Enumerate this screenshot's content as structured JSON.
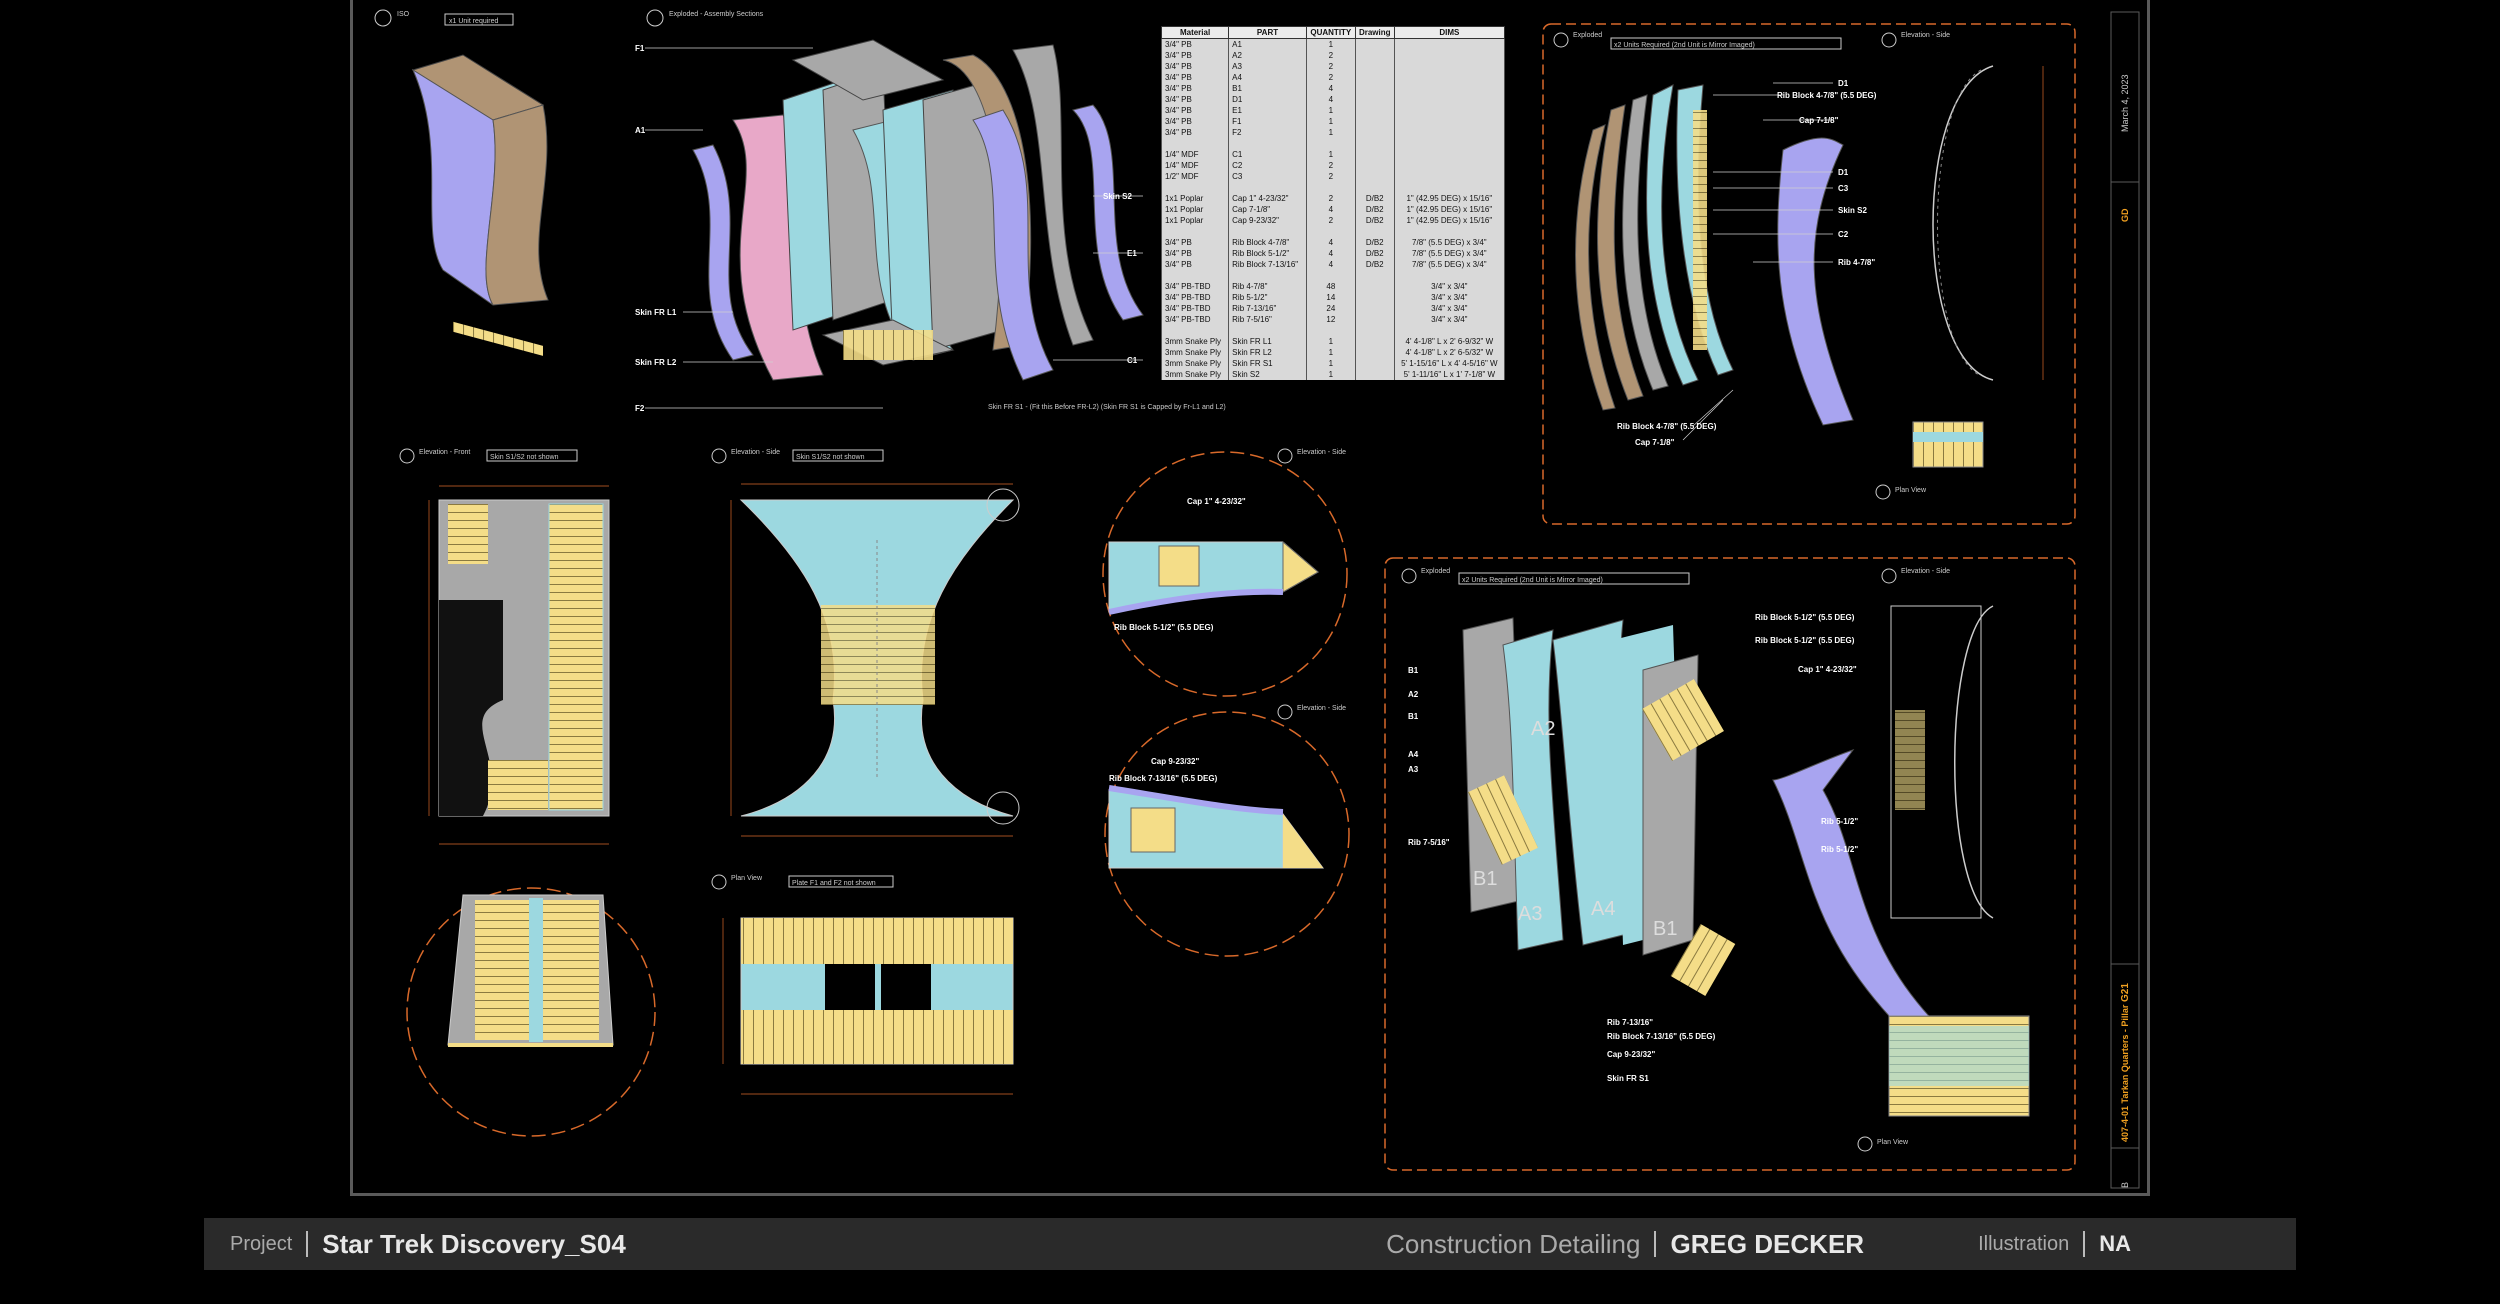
{
  "footer": {
    "project_label": "Project",
    "project_name": "Star Trek Discovery_S04",
    "category": "Construction Detailing",
    "author": "GREG DECKER",
    "type_label": "Illustration",
    "type_value": "NA"
  },
  "views": {
    "iso": {
      "title": "ISO",
      "note": "x1 Unit required"
    },
    "exploded_assembly": {
      "title": "Exploded - Assembly Sections"
    },
    "exploded_top": {
      "title": "Exploded",
      "note": "x2 Units Required (2nd Unit is Mirror Imaged)"
    },
    "elev_side_top": {
      "title": "Elevation - Side"
    },
    "elev_front": {
      "title": "Elevation - Front",
      "note": "Skin S1/S2 not shown"
    },
    "elev_side_mid": {
      "title": "Elevation - Side",
      "note": "Skin S1/S2 not shown"
    },
    "elev_side_det1": {
      "title": "Elevation - Side"
    },
    "elev_side_det2": {
      "title": "Elevation - Side"
    },
    "plan_view": {
      "title": "Plan View",
      "note": "Plate F1 and F2 not shown"
    },
    "plan_view_top": {
      "title": "Plan View"
    },
    "exploded_bottom": {
      "title": "Exploded",
      "note": "x2 Units Required (2nd Unit is Mirror Imaged)"
    },
    "elev_side_bottom": {
      "title": "Elevation - Side"
    },
    "plan_view_bottom": {
      "title": "Plan View"
    }
  },
  "callouts": {
    "assembly": [
      "F1",
      "A1",
      "Skin FR L1",
      "Skin FR L2",
      "F2",
      "Skin S2",
      "E1",
      "C1"
    ],
    "assembly_note": "Skin FR S1 - (Fit this Before FR-L2) (Skin FR S1 is Capped by Fr-L1 and L2)",
    "top_right": [
      "Rib Block 4-7/8\" (5.5 DEG)",
      "D1",
      "Cap 7-1/8\"",
      "D1",
      "C3",
      "Skin S2",
      "C2",
      "Rib 4-7/8\"",
      "Rib Block 4-7/8\" (5.5 DEG)",
      "Cap 7-1/8\""
    ],
    "bottom_right_left": [
      "B1",
      "A2",
      "B1",
      "A4",
      "A3",
      "Rib 7-5/16\""
    ],
    "bottom_right_right": [
      "Rib Block 5-1/2\" (5.5 DEG)",
      "Rib Block 5-1/2\" (5.5 DEG)",
      "Cap 1\" 4-23/32\"",
      "Rib 5-1/2\"",
      "Rib 5-1/2\""
    ],
    "bottom_right_lower": [
      "Rib 7-13/16\"",
      "Rib Block 7-13/16\" (5.5 DEG)",
      "Cap 9-23/32\"",
      "Skin FR S1"
    ],
    "detail1": [
      "Cap 1\" 4-23/32\"",
      "Rib Block 5-1/2\" (5.5 DEG)"
    ],
    "detail2": [
      "Cap 9-23/32\"",
      "Rib Block 7-13/16\" (5.5 DEG)"
    ],
    "panel_labels": [
      "A2",
      "A4",
      "A3",
      "B1",
      "B1"
    ]
  },
  "table": {
    "headers": [
      "Material",
      "PART",
      "QUANTITY",
      "Drawing",
      "DIMS"
    ],
    "rows": [
      [
        "3/4\" PB",
        "A1",
        "1",
        "",
        ""
      ],
      [
        "3/4\" PB",
        "A2",
        "2",
        "",
        ""
      ],
      [
        "3/4\" PB",
        "A3",
        "2",
        "",
        ""
      ],
      [
        "3/4\" PB",
        "A4",
        "2",
        "",
        ""
      ],
      [
        "3/4\" PB",
        "B1",
        "4",
        "",
        ""
      ],
      [
        "3/4\" PB",
        "D1",
        "4",
        "",
        ""
      ],
      [
        "3/4\" PB",
        "E1",
        "1",
        "",
        ""
      ],
      [
        "3/4\" PB",
        "F1",
        "1",
        "",
        ""
      ],
      [
        "3/4\" PB",
        "F2",
        "1",
        "",
        ""
      ],
      [
        "",
        "",
        "",
        "",
        ""
      ],
      [
        "1/4\" MDF",
        "C1",
        "1",
        "",
        ""
      ],
      [
        "1/4\" MDF",
        "C2",
        "2",
        "",
        ""
      ],
      [
        "1/2\" MDF",
        "C3",
        "2",
        "",
        ""
      ],
      [
        "",
        "",
        "",
        "",
        ""
      ],
      [
        "1x1 Poplar",
        "Cap 1\" 4-23/32\"",
        "2",
        "D/B2",
        "1\" (42.95 DEG) x 15/16\""
      ],
      [
        "1x1 Poplar",
        "Cap 7-1/8\"",
        "4",
        "D/B2",
        "1\" (42.95 DEG) x 15/16\""
      ],
      [
        "1x1 Poplar",
        "Cap 9-23/32\"",
        "2",
        "D/B2",
        "1\" (42.95 DEG) x 15/16\""
      ],
      [
        "",
        "",
        "",
        "",
        ""
      ],
      [
        "3/4\" PB",
        "Rib Block 4-7/8\"",
        "4",
        "D/B2",
        "7/8\" (5.5 DEG) x 3/4\""
      ],
      [
        "3/4\" PB",
        "Rib Block 5-1/2\"",
        "4",
        "D/B2",
        "7/8\" (5.5 DEG) x 3/4\""
      ],
      [
        "3/4\" PB",
        "Rib Block 7-13/16\"",
        "4",
        "D/B2",
        "7/8\" (5.5 DEG) x 3/4\""
      ],
      [
        "",
        "",
        "",
        "",
        ""
      ],
      [
        "3/4\" PB-TBD",
        "Rib 4-7/8\"",
        "48",
        "",
        "3/4\" x 3/4\""
      ],
      [
        "3/4\" PB-TBD",
        "Rib 5-1/2\"",
        "14",
        "",
        "3/4\" x 3/4\""
      ],
      [
        "3/4\" PB-TBD",
        "Rib 7-13/16\"",
        "24",
        "",
        "3/4\" x 3/4\""
      ],
      [
        "3/4\" PB-TBD",
        "Rib 7-5/16\"",
        "12",
        "",
        "3/4\" x 3/4\""
      ],
      [
        "",
        "",
        "",
        "",
        ""
      ],
      [
        "3mm Snake Ply",
        "Skin FR L1",
        "1",
        "",
        "4' 4-1/8\" L x 2' 6-9/32\" W"
      ],
      [
        "3mm Snake Ply",
        "Skin FR L2",
        "1",
        "",
        "4' 4-1/8\" L x 2' 6-5/32\" W"
      ],
      [
        "3mm Snake Ply",
        "Skin FR S1",
        "1",
        "",
        "5' 1-15/16\" L x 4' 4-5/16\" W"
      ],
      [
        "3mm Snake Ply",
        "Skin S2",
        "1",
        "",
        "5' 1-11/16\" L x 1' 7-1/8\" W"
      ]
    ]
  },
  "title_block": {
    "date": "March 4, 2023",
    "sheet_no": "G21",
    "drawing_title": "407-4-01 Tarkan Quarters - Pillar",
    "initials": "GD",
    "rev": "B"
  },
  "colors": {
    "lavender": "#a8a4f0",
    "cyan": "#9cd8e0",
    "yellow": "#f4dd88",
    "grey": "#a8a8a8",
    "tan": "#b09474",
    "pink": "#e8a8c8",
    "orange_dim": "#d8692a",
    "line": "#d0d0d0"
  }
}
